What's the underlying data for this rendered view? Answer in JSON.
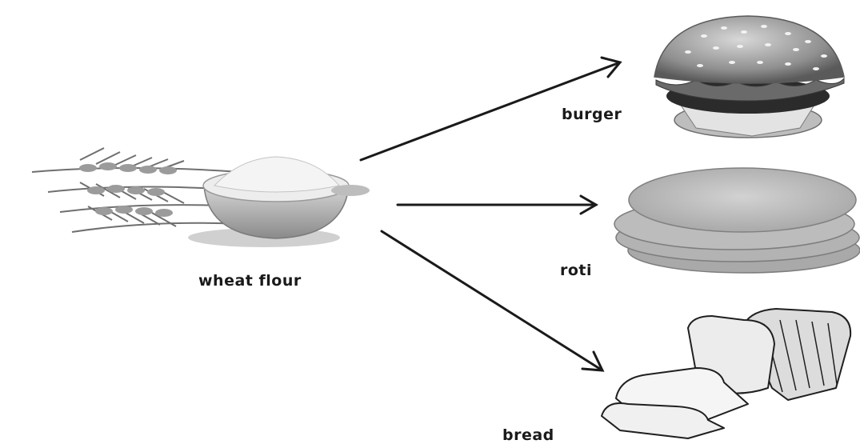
{
  "labels": {
    "source": "wheat flour",
    "products": [
      "burger",
      "roti",
      "bread"
    ]
  },
  "colors": {
    "arrow": "#1a1a1a",
    "background": "#ffffff"
  }
}
